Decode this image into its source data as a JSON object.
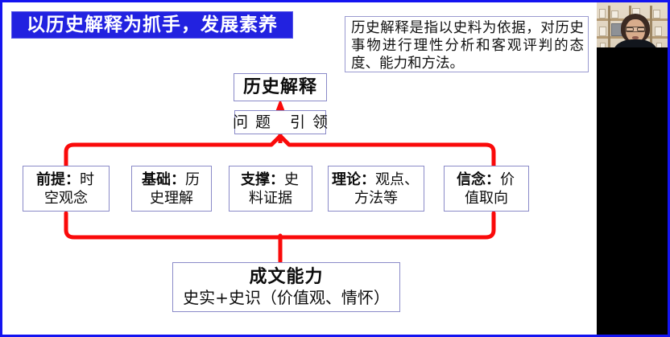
{
  "slide": {
    "title": "以历史解释为抓手，发展素养",
    "definition": "历史解释是指以史料为依据，对历史事物进行理性分析和客观评判的态度、能力和方法。",
    "root_node": "历史解释",
    "guide_node": "问题 引领",
    "pillars": [
      {
        "label": "前提：",
        "detail": "时",
        "line2": "空观念"
      },
      {
        "label": "基础：",
        "detail": "历",
        "line2": "史理解"
      },
      {
        "label": "支撑：",
        "detail": "史",
        "line2": "料证据"
      },
      {
        "label": "理论：",
        "detail": "观点、",
        "line2": "方法等"
      },
      {
        "label": "信念：",
        "detail": "价",
        "line2": "值取向"
      }
    ],
    "outcome": {
      "heading": "成文能力",
      "detail": "史实+史识（价值观、情怀）"
    }
  },
  "colors": {
    "title_bg": "#2222e0",
    "title_text": "#ffffff",
    "box_border": "#8a8ac8",
    "connector": "#fa0a0a",
    "frame_border": "#1414f0",
    "video_bg": "#000000"
  },
  "video": {
    "label": "presenter-webcam-thumbnail"
  }
}
